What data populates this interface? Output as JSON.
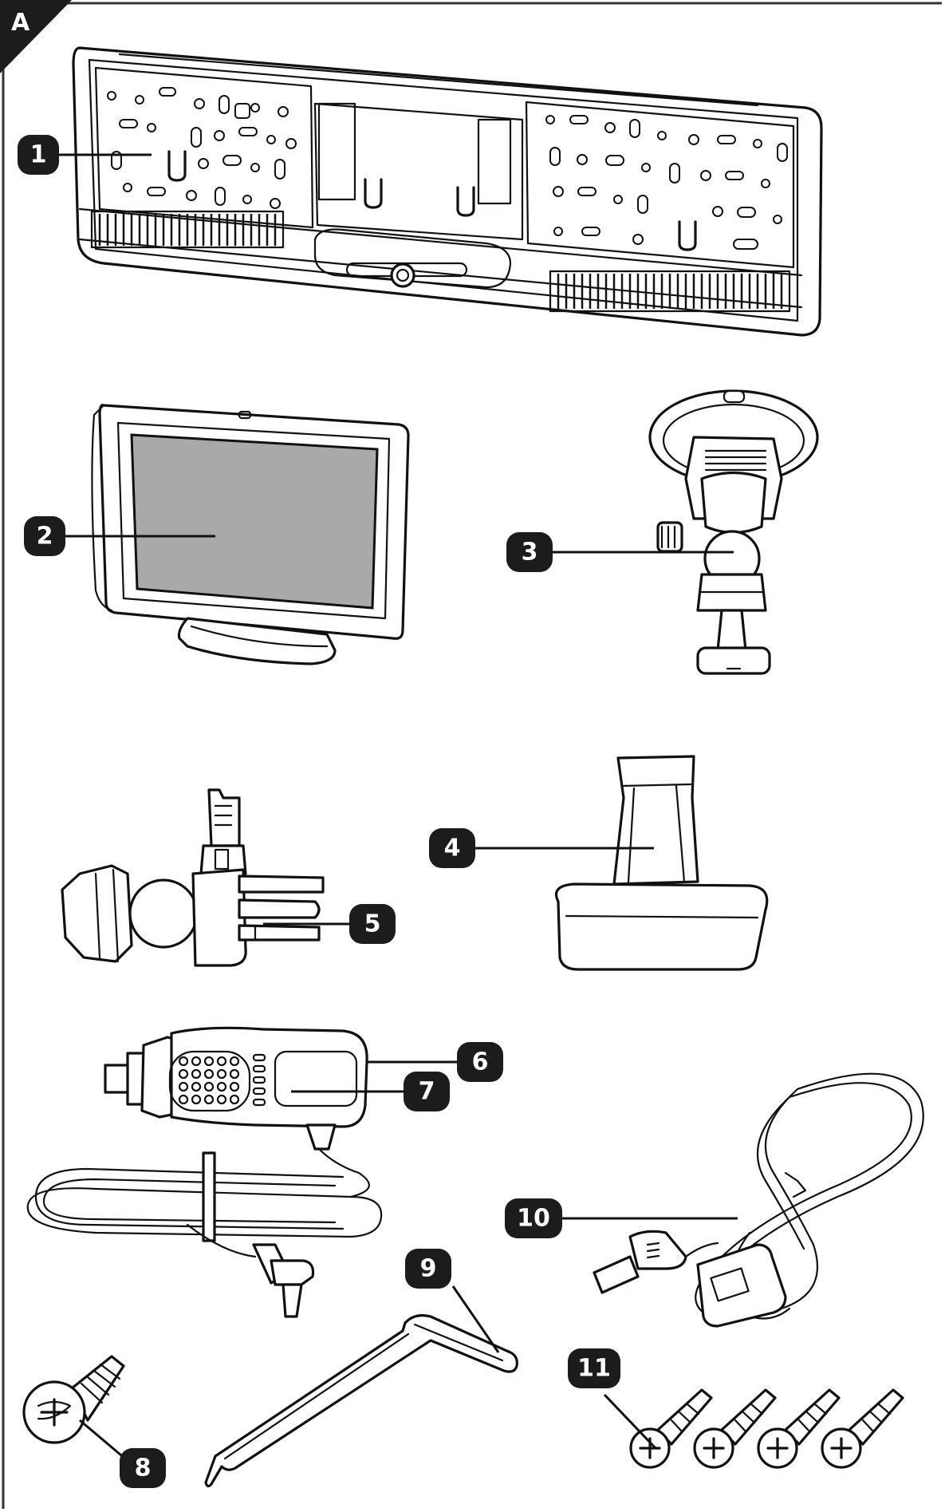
{
  "section_label": "A",
  "callouts": [
    {
      "id": "1",
      "label": "1"
    },
    {
      "id": "2",
      "label": "2"
    },
    {
      "id": "3",
      "label": "3"
    },
    {
      "id": "4",
      "label": "4"
    },
    {
      "id": "5",
      "label": "5"
    },
    {
      "id": "6",
      "label": "6"
    },
    {
      "id": "7",
      "label": "7"
    },
    {
      "id": "8",
      "label": "8"
    },
    {
      "id": "9",
      "label": "9"
    },
    {
      "id": "10",
      "label": "10"
    },
    {
      "id": "11",
      "label": "11"
    }
  ],
  "colors": {
    "ink": "#111111",
    "screen": "#a9a9a9",
    "badge": "#1c1c1c",
    "background": "#ffffff"
  }
}
